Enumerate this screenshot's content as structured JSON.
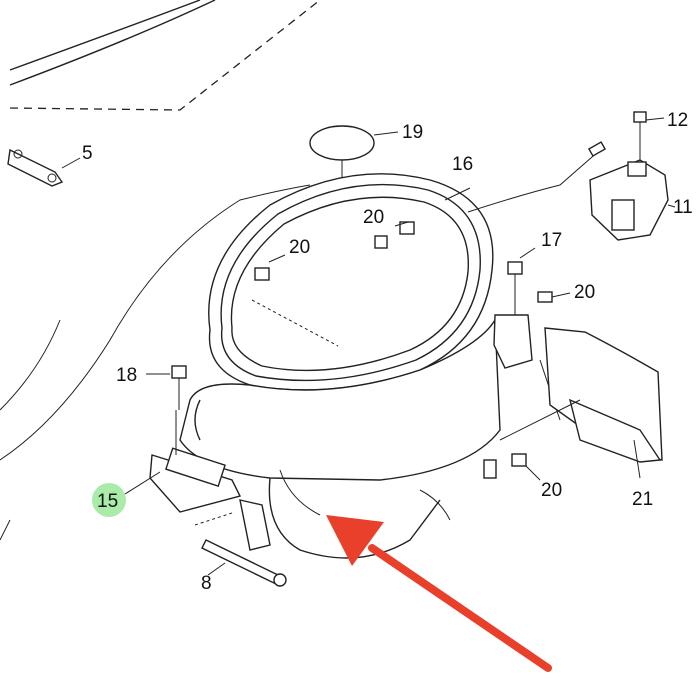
{
  "callouts": {
    "c5": "5",
    "c8": "8",
    "c11": "11",
    "c12": "12",
    "c15": "15",
    "c16": "16",
    "c17": "17",
    "c18": "18",
    "c19": "19",
    "c20a": "20",
    "c20b": "20",
    "c20c": "20",
    "c20d": "20",
    "c21": "21"
  },
  "colors": {
    "highlight": "#9be89b",
    "arrow": "#e8402a",
    "ink": "#222222"
  },
  "icons": {
    "pointer": "arrow-icon"
  }
}
